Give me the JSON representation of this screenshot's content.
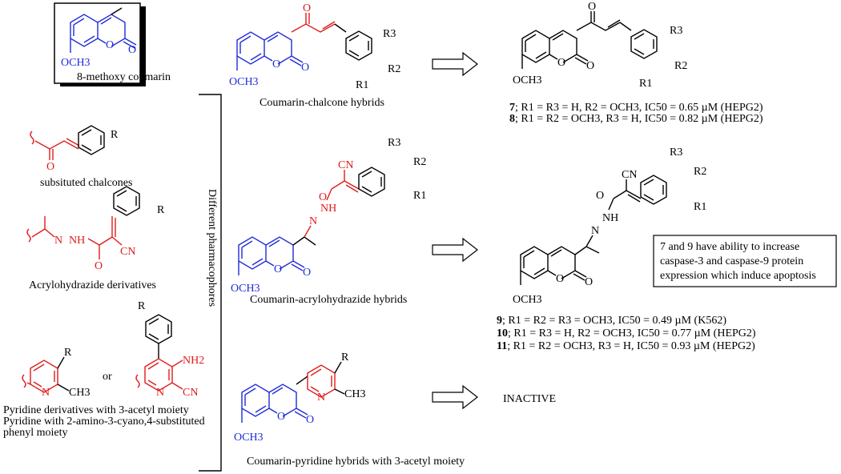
{
  "colors": {
    "scaffold": "#1f2bd8",
    "pharmacophore": "#e01b1b",
    "text": "#000000"
  },
  "captions": {
    "methoxy_coumarin": "8-methoxy coumarin",
    "chalcones": "subsituted chalcones",
    "acrylohydrazides": "Acrylohydrazide derivatives",
    "pyridine_1": "Pyridine derivatives with 3-acetyl moiety",
    "pyridine_2": "Pyridine with 2-amino-3-cyano,4-substituted",
    "pyridine_3": "phenyl moiety",
    "or": "or",
    "bracket": "Different pharmacophores",
    "hybrid_chalcone": "Coumarin-chalcone hybrids",
    "hybrid_acrylo": "Coumarin-acrylohydrazide hybrids",
    "hybrid_pyridine": "Coumarin-pyridine hybrids with 3-acetyl moiety",
    "inactive": "INACTIVE"
  },
  "atoms": {
    "OCH3": "OCH3",
    "O": "O",
    "CN": "CN",
    "NH": "NH",
    "N": "N",
    "R": "R",
    "R1": "R1",
    "R2": "R2",
    "R3": "R3",
    "NH2": "NH2",
    "CH3": "CH3"
  },
  "results": {
    "chalcone": [
      {
        "cmpd": "7",
        "text": "; R1 = R3 = H, R2 = OCH3, IC50 = 0.65 µM (HEPG2)"
      },
      {
        "cmpd": "8",
        "text": "; R1 = R2 = OCH3, R3 = H, IC50 = 0.82 µM (HEPG2)"
      }
    ],
    "acrylo": [
      {
        "cmpd": "9",
        "text": "; R1 = R2 = R3 = OCH3, IC50 = 0.49 µM (K562)"
      },
      {
        "cmpd": "10",
        "text": "; R1 = R3 = H, R2 = OCH3, IC50 = 0.77 µM (HEPG2)"
      },
      {
        "cmpd": "11",
        "text": "; R1 = R2 = OCH3, R3 = H, IC50 = 0.93 µM (HEPG2)"
      }
    ]
  },
  "note": {
    "line1": "7 and 9 have ability to increase",
    "line2": "caspase-3 and caspase-9 protein",
    "line3": "expression which induce apoptosis"
  }
}
